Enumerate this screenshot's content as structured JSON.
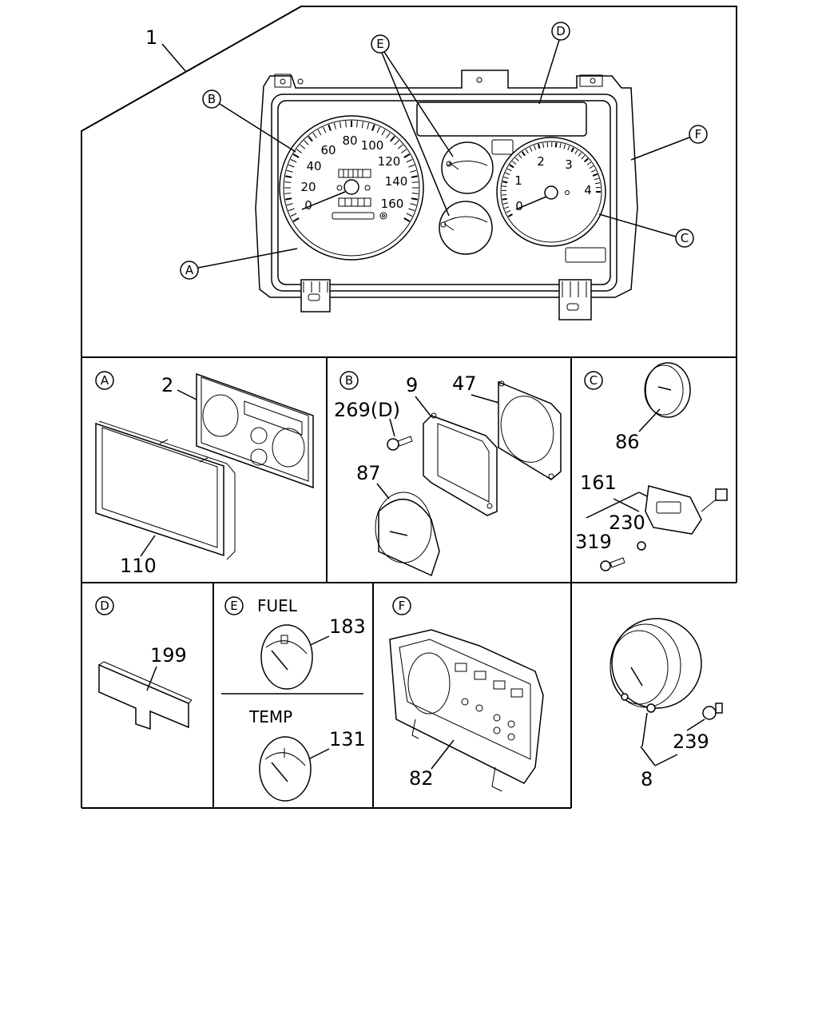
{
  "main": {
    "assembly_ref": "1",
    "callouts": [
      "A",
      "B",
      "C",
      "D",
      "E",
      "F"
    ],
    "speedo_ticks": [
      "0",
      "20",
      "40",
      "60",
      "80",
      "100",
      "120",
      "140",
      "160"
    ],
    "tacho_ticks": [
      "0",
      "1",
      "2",
      "3",
      "4"
    ]
  },
  "panels": {
    "A": {
      "letter": "A",
      "parts": [
        "2",
        "110"
      ]
    },
    "B": {
      "letter": "B",
      "parts": [
        "269(D)",
        "9",
        "47",
        "87"
      ]
    },
    "C": {
      "letter": "C",
      "parts": [
        "86",
        "161",
        "230",
        "319"
      ]
    },
    "D": {
      "letter": "D",
      "parts": [
        "199"
      ]
    },
    "E": {
      "letter": "E",
      "fuel_label": "FUEL",
      "fuel_part": "183",
      "temp_label": "TEMP",
      "temp_part": "131"
    },
    "F": {
      "letter": "F",
      "parts": [
        "82"
      ]
    },
    "G": {
      "parts": [
        "239",
        "8"
      ]
    }
  }
}
